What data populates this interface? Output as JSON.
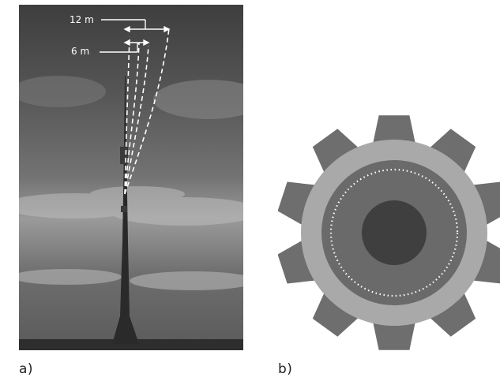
{
  "photo_panel": {
    "label_large": "12 m",
    "label_small": "6 m",
    "caption": "a)"
  },
  "gear_panel": {
    "caption": "b)",
    "tooth_count": 10,
    "colors": {
      "teeth": "#6e6e6e",
      "outer_ring": "#a9a9a9",
      "inner_disc": "#6a6a6a",
      "dotted_circle": "#ffffff",
      "core": "#3f3f3f"
    }
  }
}
